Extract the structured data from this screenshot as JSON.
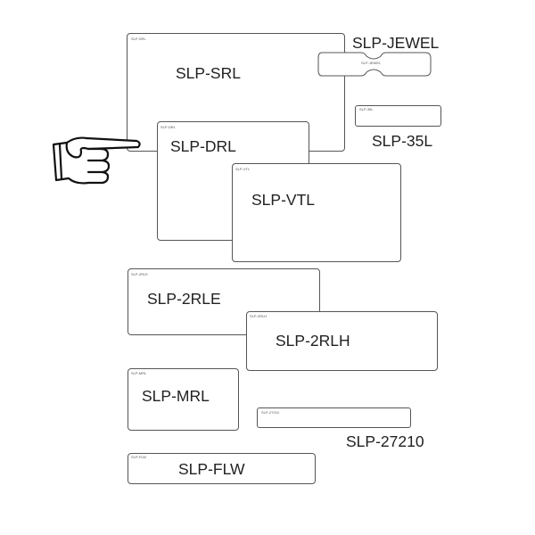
{
  "labels": {
    "srl": {
      "tiny": "SLP-SRL",
      "name": "SLP-SRL"
    },
    "jewel": {
      "tiny": "SLP-JEWEL",
      "name": "SLP-JEWEL"
    },
    "l35": {
      "tiny": "SLP-35L",
      "name": "SLP-35L"
    },
    "drl": {
      "tiny": "SLP-DRL",
      "name": "SLP-DRL"
    },
    "vtl": {
      "tiny": "SLP-VTL",
      "name": "SLP-VTL"
    },
    "rle": {
      "tiny": "SLP-2RLE",
      "name": "SLP-2RLE"
    },
    "rlh": {
      "tiny": "SLP-2RLH",
      "name": "SLP-2RLH"
    },
    "mrl": {
      "tiny": "SLP-MRL",
      "name": "SLP-MRL"
    },
    "l27210": {
      "tiny": "SLP-27210",
      "name": "SLP-27210"
    },
    "flw": {
      "tiny": "SLP-FLW",
      "name": "SLP-FLW"
    }
  },
  "pointer": {
    "icon": "pointing-hand-icon"
  }
}
